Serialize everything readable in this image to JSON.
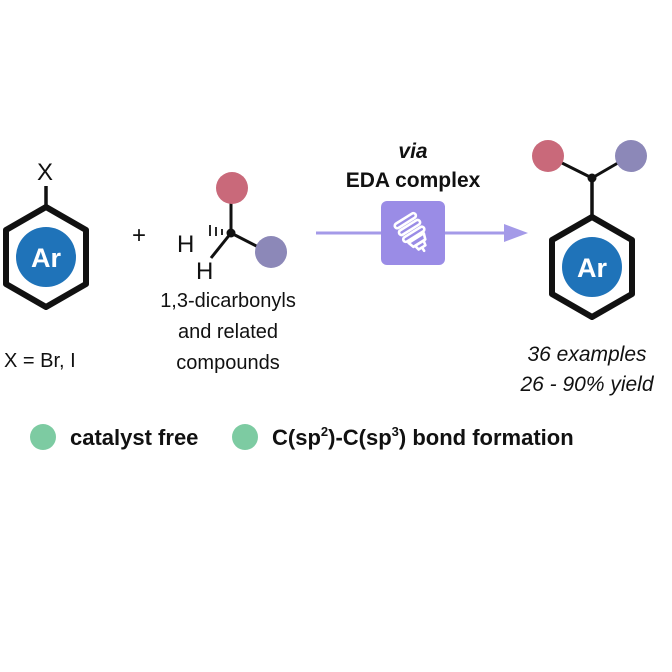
{
  "colors": {
    "ring_fill": "#1f73b9",
    "substituent_red": "#c9697a",
    "substituent_purple": "#8c88b8",
    "arrow": "#a49ae8",
    "lamp_box": "#9a8ce6",
    "bullet_green": "#7dcba2"
  },
  "icons": {
    "lamp": "light-bulb-icon"
  },
  "reactant_aryl": {
    "leaving_group": "X",
    "ring_label": "Ar",
    "x_definition": "X = Br, I"
  },
  "plus_sign": "+",
  "reactant_nucleophile": {
    "h_top": "H",
    "h_bottom": "H",
    "caption_line1": "1,3-dicarbonyls",
    "caption_line2": "and related",
    "caption_line3": "compounds"
  },
  "arrow": {
    "label_via": "via",
    "label_complex": "EDA complex"
  },
  "product": {
    "ring_label": "Ar",
    "examples": "36 examples",
    "yield": "26 - 90% yield"
  },
  "features": {
    "item1": "catalyst free",
    "item2_prefix": "C(sp",
    "item2_sup1": "2",
    "item2_middle": ")-C(sp",
    "item2_sup2": "3",
    "item2_suffix": ") bond formation"
  }
}
